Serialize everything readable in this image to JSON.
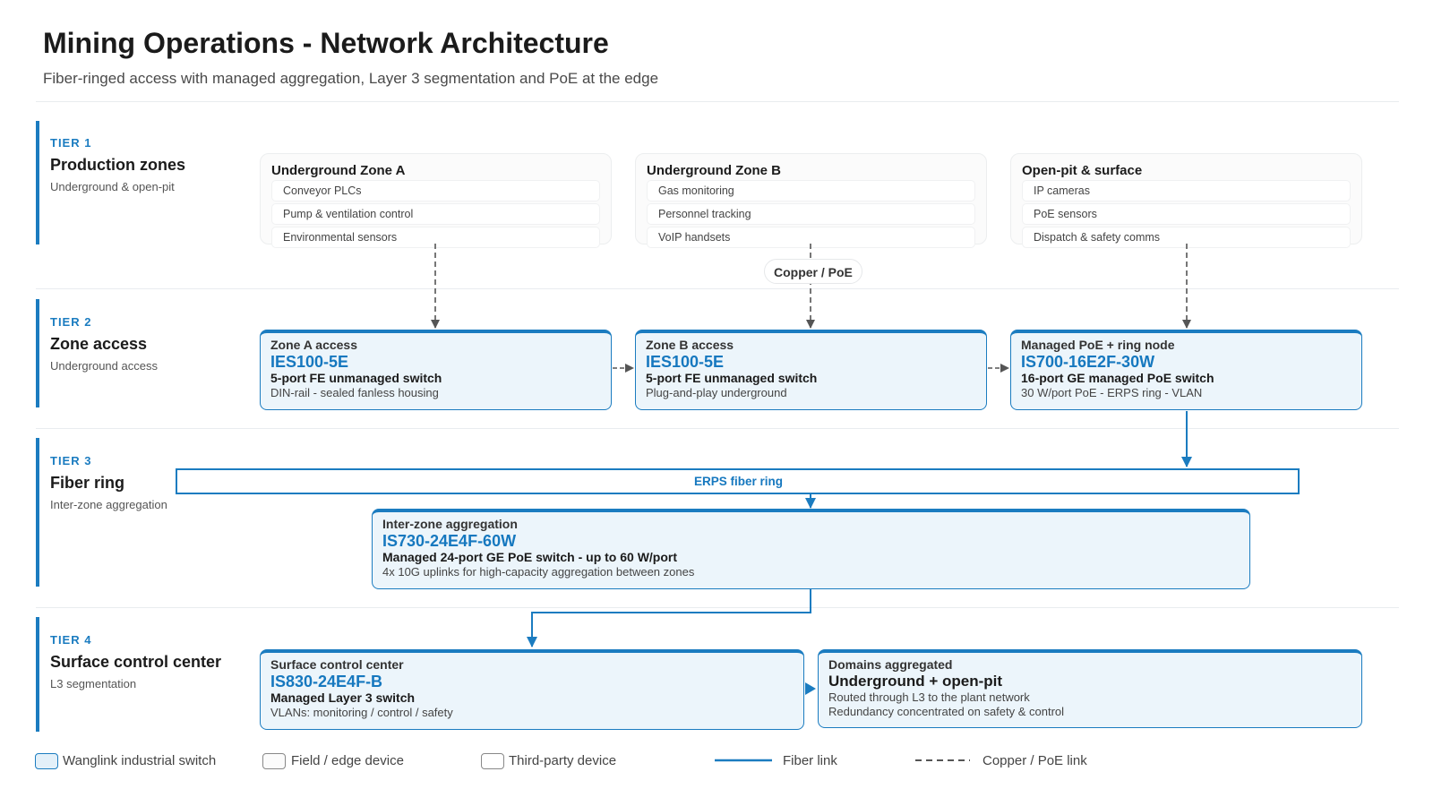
{
  "header": {
    "title": "Mining Operations - Network Architecture",
    "subtitle": "Fiber-ringed access with managed aggregation, Layer 3 segmentation and PoE at the edge"
  },
  "tiers": [
    {
      "kicker": "TIER 1",
      "name": "Production zones",
      "desc": "Underground & open-pit"
    },
    {
      "kicker": "TIER 2",
      "name": "Zone access",
      "desc": "Underground access"
    },
    {
      "kicker": "TIER 3",
      "name": "Fiber ring",
      "desc": "Inter-zone aggregation"
    },
    {
      "kicker": "TIER 4",
      "name": "Surface control center",
      "desc": "L3 segmentation"
    }
  ],
  "zones": [
    {
      "title": "Underground Zone A",
      "items": [
        "Conveyor PLCs",
        "Pump & ventilation control",
        "Environmental sensors"
      ]
    },
    {
      "title": "Underground Zone B",
      "items": [
        "Gas monitoring",
        "Personnel tracking",
        "VoIP handsets"
      ]
    },
    {
      "title": "Open-pit & surface",
      "items": [
        "IP cameras",
        "PoE sensors",
        "Dispatch & safety comms"
      ]
    }
  ],
  "copper_label": "Copper / PoE",
  "access_nodes": [
    {
      "label": "Zone A access",
      "model": "IES100-5E",
      "strong": "5-port FE unmanaged switch",
      "desc": "DIN-rail - sealed fanless housing"
    },
    {
      "label": "Zone B access",
      "model": "IES100-5E",
      "strong": "5-port FE unmanaged switch",
      "desc": "Plug-and-play underground"
    },
    {
      "label": "Managed PoE + ring node",
      "model": "IS700-16E2F-30W",
      "strong": "16-port GE managed PoE switch",
      "desc": "30 W/port PoE - ERPS ring - VLAN"
    }
  ],
  "ring_label": "ERPS fiber ring",
  "aggregation": {
    "label": "Inter-zone aggregation",
    "model": "IS730-24E4F-60W",
    "strong": "Managed 24-port GE PoE switch - up to 60 W/port",
    "desc": "4x 10G uplinks for high-capacity aggregation between zones"
  },
  "control": {
    "label": "Surface control center",
    "model": "IS830-24E4F-B",
    "strong": "Managed Layer 3 switch",
    "desc": "VLANs: monitoring / control / safety"
  },
  "domains": {
    "label": "Domains aggregated",
    "strong": "Underground + open-pit",
    "desc1": "Routed through L3 to the plant network",
    "desc2": "Redundancy concentrated on safety & control"
  },
  "legend": [
    {
      "text": "Wanglink industrial switch"
    },
    {
      "text": "Field / edge device"
    },
    {
      "text": "Third-party device"
    },
    {
      "text": "Fiber link"
    },
    {
      "text": "Copper / PoE link"
    }
  ],
  "colors": {
    "accent": "#1b7cc0",
    "node_fill": "#ecf5fb",
    "copper": "#555555"
  }
}
